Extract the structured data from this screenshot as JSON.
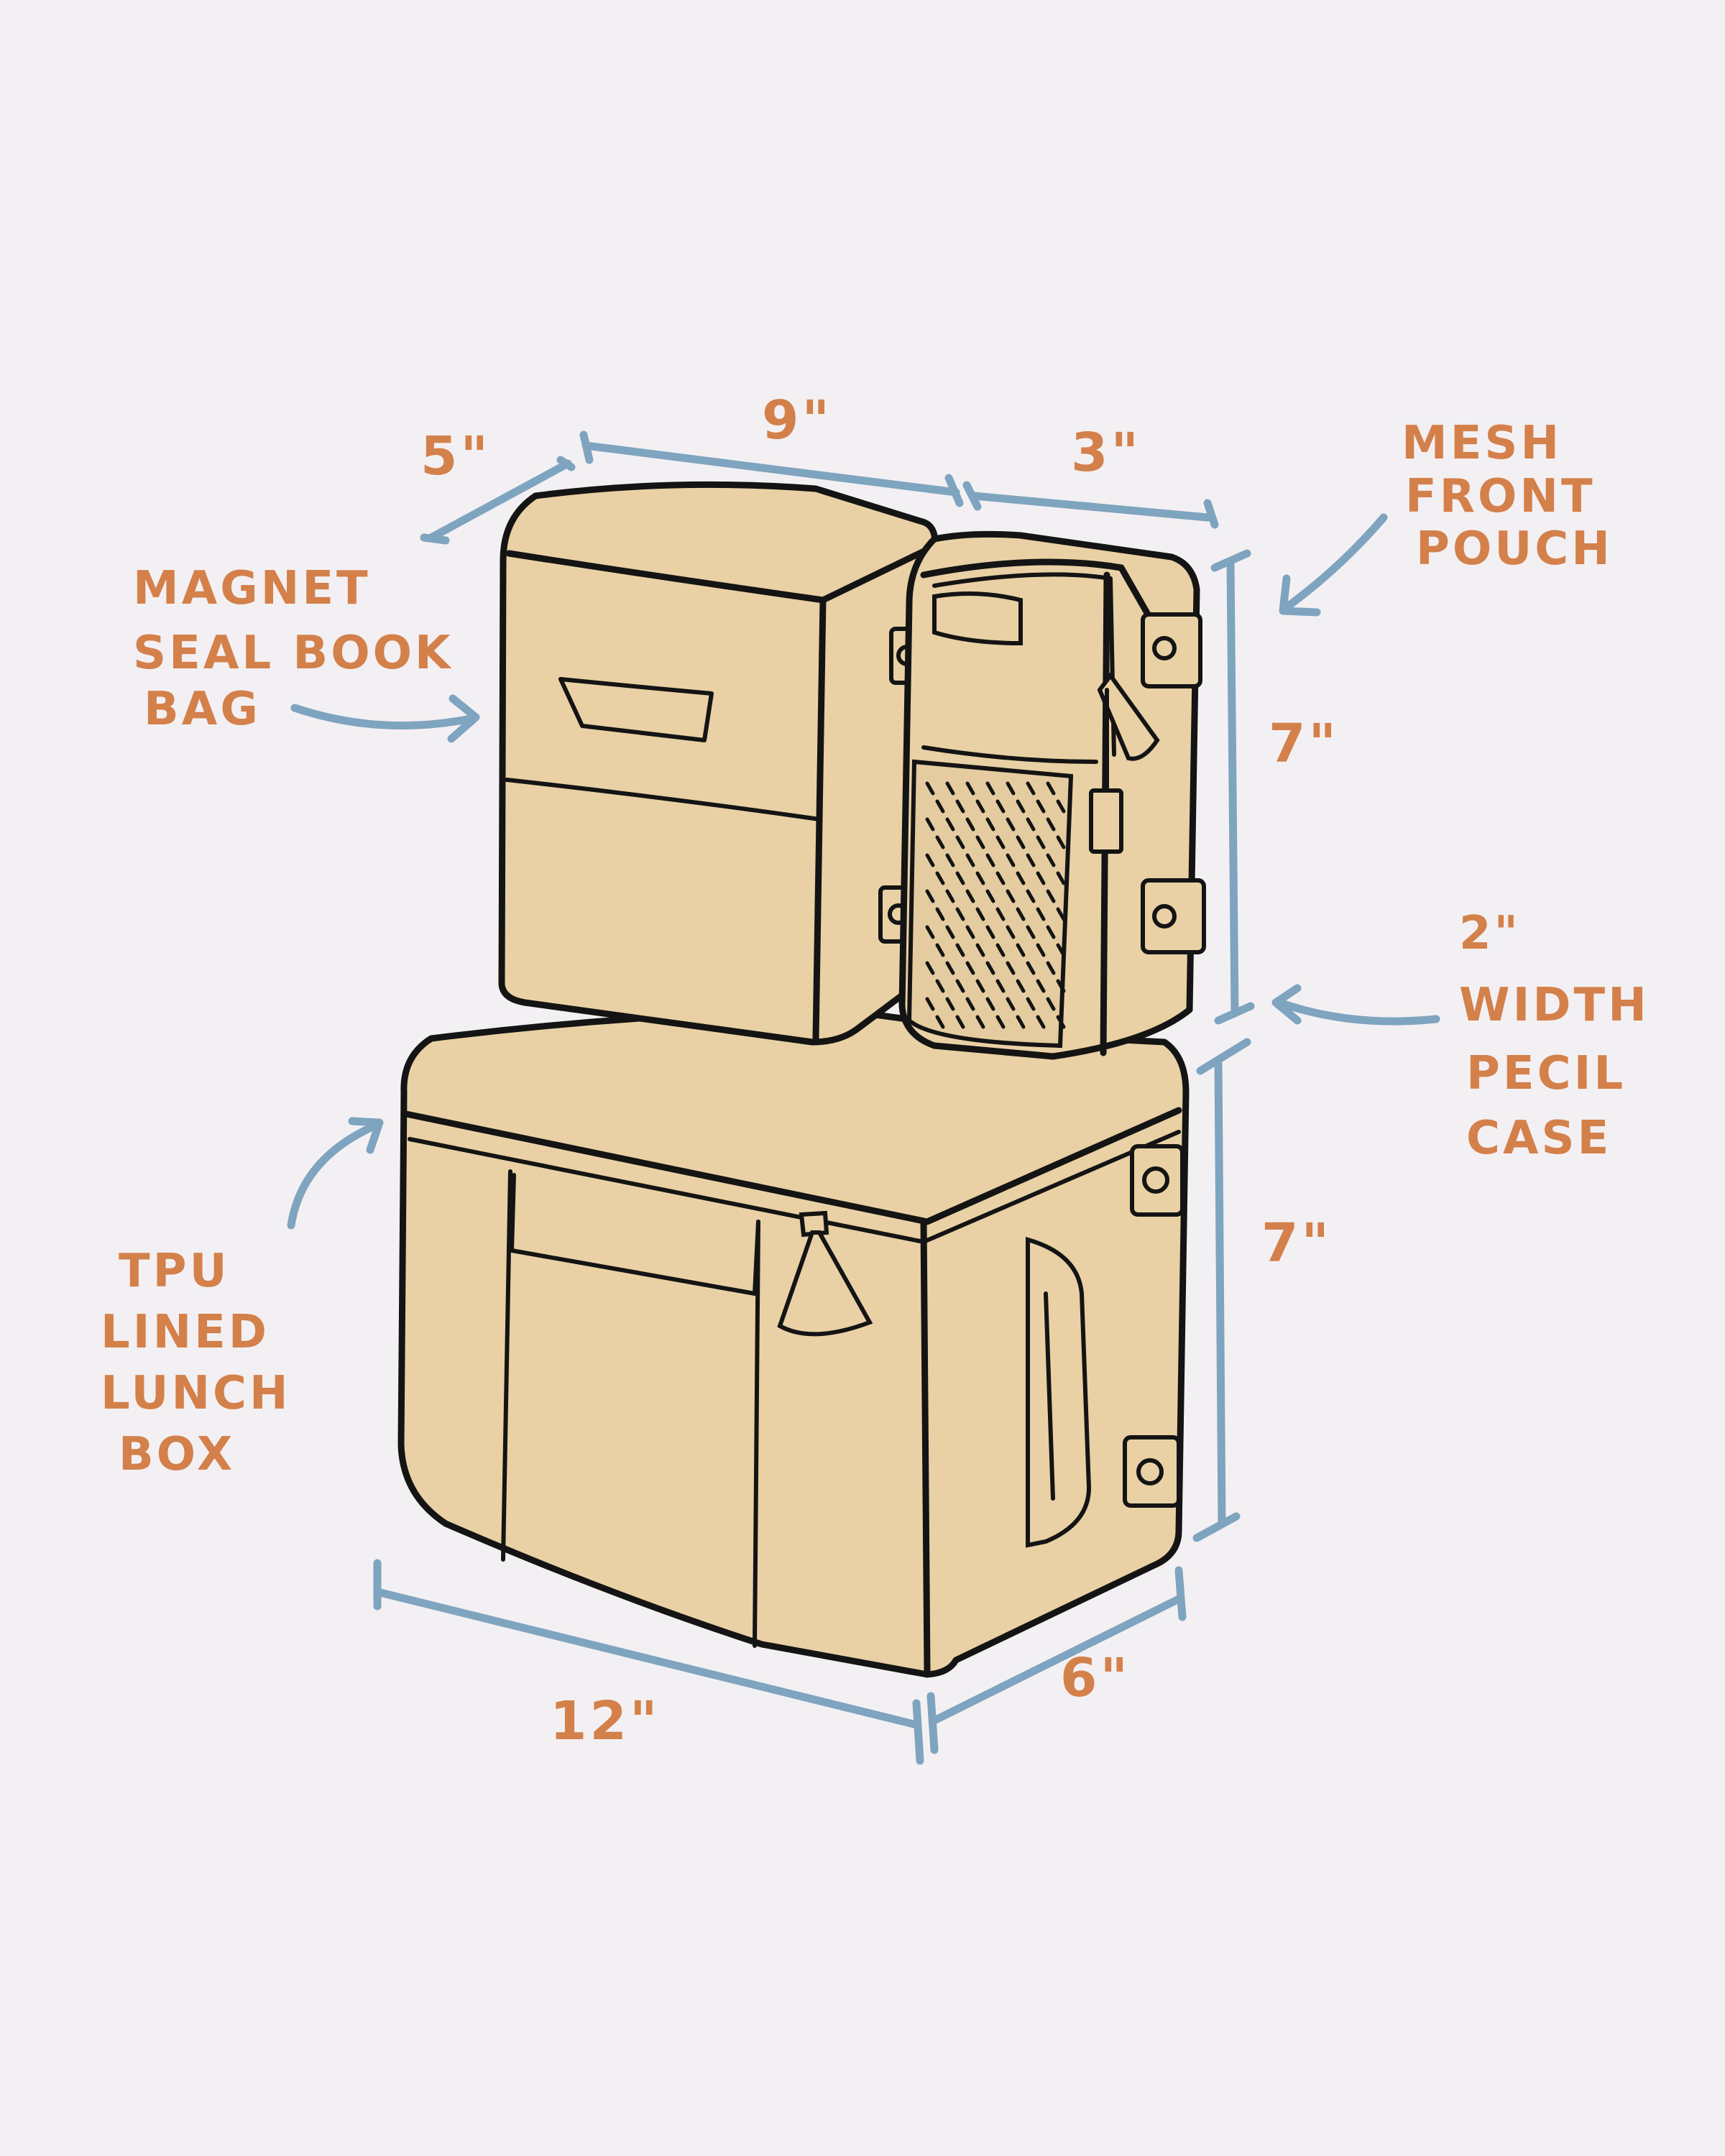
{
  "callouts": {
    "book_bag": [
      "MAGNET",
      "SEAL BOOK",
      "BAG"
    ],
    "mesh_pouch": [
      "MESH",
      "FRONT",
      "POUCH"
    ],
    "pencil_case": [
      "2\"",
      "WIDTH",
      "PECIL",
      "CASE"
    ],
    "lunch_box": [
      "TPU",
      "LINED",
      "LUNCH",
      "BOX"
    ]
  },
  "dimensions": {
    "book_bag_depth": "5\"",
    "book_bag_width": "9\"",
    "pencil_case_depth": "3\"",
    "top_height": "7\"",
    "bottom_height": "7\"",
    "lunch_box_width": "12\"",
    "lunch_box_depth": "6\""
  },
  "colors": {
    "background": "#f3f0f3",
    "label": "#d4804a",
    "dimension_line": "#7ea4bf",
    "bag_fill": "#e9d1a5",
    "outline": "#141414"
  }
}
